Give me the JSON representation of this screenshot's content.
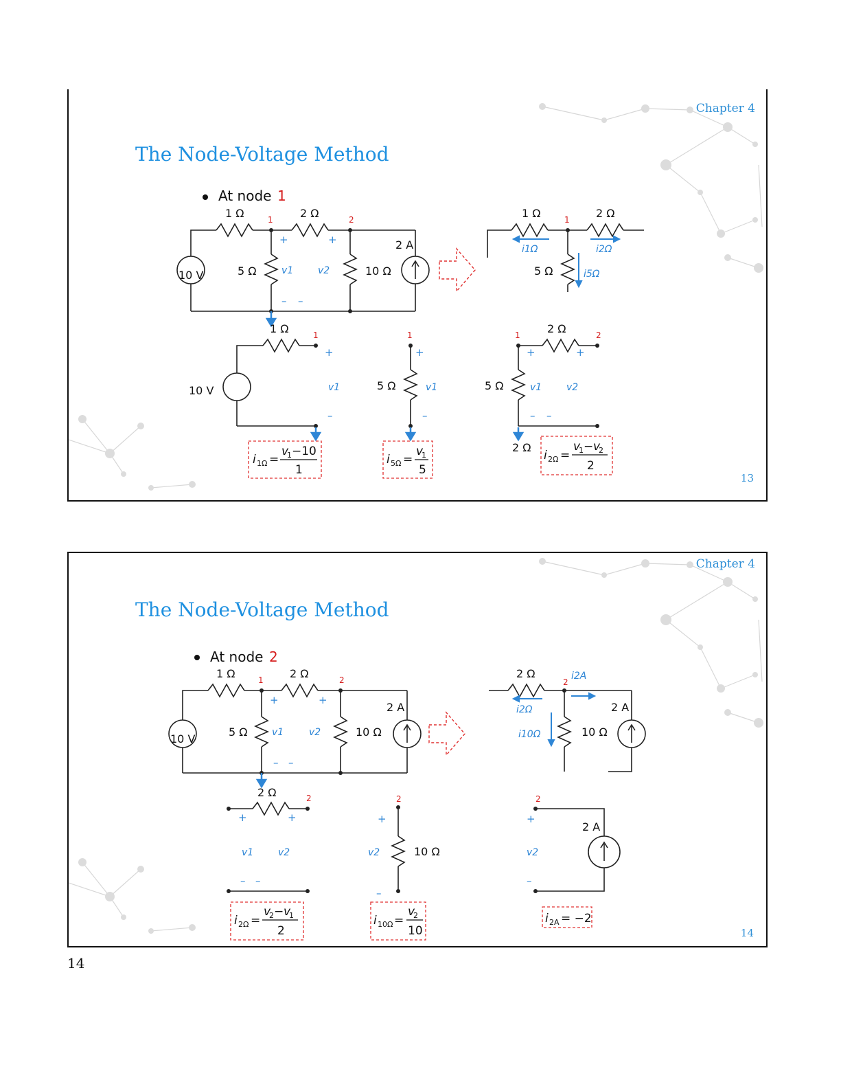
{
  "page_number": "14",
  "slides": [
    {
      "chapter": "Chapter 4",
      "title": "The Node-Voltage Method",
      "bullet_prefix": "At node",
      "bullet_node": "1",
      "slide_number": "13",
      "labels": {
        "r1": "1 Ω",
        "r2": "2 Ω",
        "r5": "5 Ω",
        "r10": "10 Ω",
        "src_v": "10 V",
        "src_i": "2 A",
        "n1": "1",
        "n2": "2",
        "plus": "+",
        "minus": "–",
        "v1": "v1",
        "v2": "v2",
        "i1": "i1Ω",
        "i2": "i2Ω",
        "i5": "i5Ω"
      },
      "equations": [
        "i1Ω = (v1 − 10)/1",
        "i5Ω = v1/5",
        "i2Ω = (v1 − v2)/2"
      ]
    },
    {
      "chapter": "Chapter 4",
      "title": "The Node-Voltage Method",
      "bullet_prefix": "At node",
      "bullet_node": "2",
      "slide_number": "14",
      "labels": {
        "r1": "1 Ω",
        "r2": "2 Ω",
        "r5": "5 Ω",
        "r10": "10 Ω",
        "src_v": "10 V",
        "src_i": "2 A",
        "n1": "1",
        "n2": "2",
        "plus": "+",
        "minus": "–",
        "v1": "v1",
        "v2": "v2",
        "i2": "i2Ω",
        "i10": "i10Ω",
        "i2A": "i2A"
      },
      "equations": [
        "i2Ω = (v2 − v1)/2",
        "i10Ω = v2/10",
        "i2A = −2"
      ]
    }
  ]
}
